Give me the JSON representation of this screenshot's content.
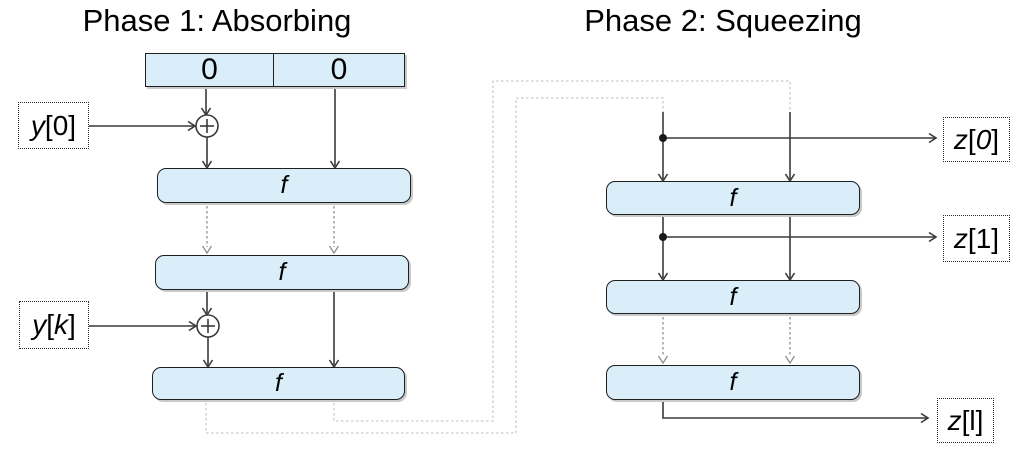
{
  "diagram": {
    "titles": {
      "phase1": "Phase 1: Absorbing",
      "phase2": "Phase 2: Squeezing"
    },
    "state_register": {
      "cells": [
        {
          "value": "0"
        },
        {
          "value": "0"
        }
      ]
    },
    "absorbing": {
      "f_boxes": [
        {
          "label": "f"
        },
        {
          "label": "f"
        },
        {
          "label": "f"
        }
      ],
      "inputs": {
        "y0": {
          "variable": "y",
          "bracket_open": "[",
          "index": "0",
          "bracket_close": "]"
        },
        "yk": {
          "variable": "y",
          "bracket_open": "[",
          "index": "k",
          "bracket_close": "]"
        }
      }
    },
    "squeezing": {
      "f_boxes": [
        {
          "label": "f"
        },
        {
          "label": "f"
        },
        {
          "label": "f"
        }
      ],
      "outputs": {
        "z0": {
          "variable": "z",
          "bracket_open": "[",
          "index": "0",
          "bracket_close": "]"
        },
        "z1": {
          "variable": "z",
          "bracket_open": "[",
          "index": "1",
          "bracket_close": "]"
        },
        "zl": {
          "variable": "z",
          "bracket_open": "[",
          "index": "l",
          "bracket_close": "]"
        }
      }
    },
    "colors": {
      "box_fill": "#d9eef9",
      "box_border": "#1f1f1f",
      "solid_line": "#3a3a3a",
      "dashed_line": "#909090",
      "route_line": "#c9c9c9",
      "text": "#000000"
    }
  }
}
